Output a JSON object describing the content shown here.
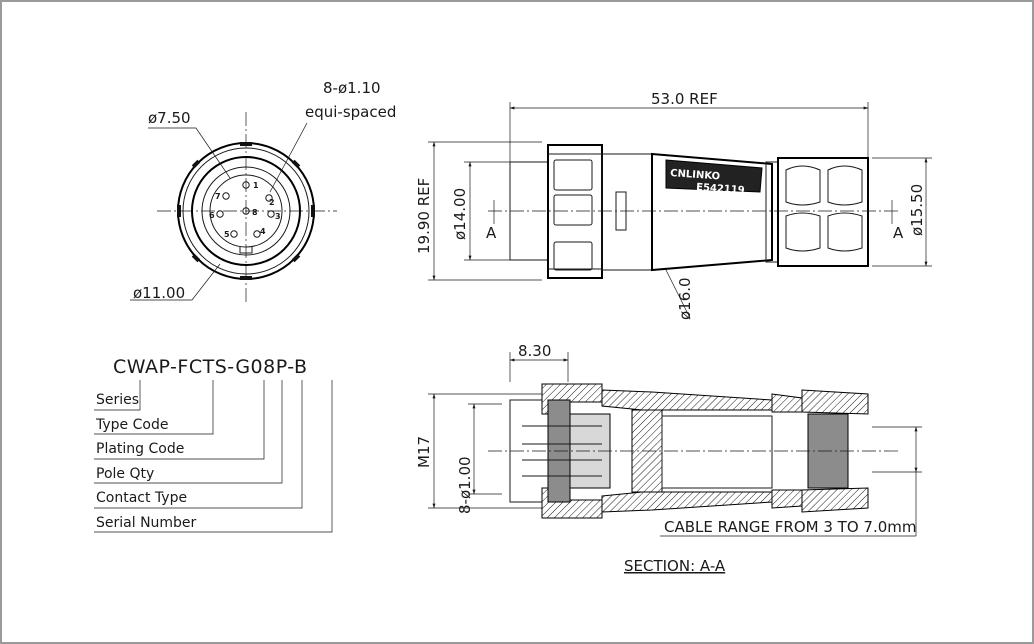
{
  "front_view": {
    "pin_hole_note_line1": "8-ø1.10",
    "pin_hole_note_line2": "equi-spaced",
    "pitch_circle_dim": "ø7.50",
    "outer_dim": "ø11.00",
    "pin_numbers": [
      "1",
      "2",
      "3",
      "4",
      "5",
      "6",
      "7",
      "8"
    ]
  },
  "side_view": {
    "length_dim": "53.0 REF",
    "height_dim": "19.90 REF",
    "front_dia_dim": "ø14.00",
    "nut_dia_dim": "ø16.0",
    "gland_dia_dim": "ø15.50",
    "section_marker_left": "A",
    "section_marker_right": "A",
    "logo_brand": "CNLINKO",
    "logo_cert": "E542119"
  },
  "section_view": {
    "offset_dim": "8.30",
    "thread_dim": "M17",
    "contact_dim": "8-ø1.00",
    "cable_range": "CABLE RANGE FROM 3 TO 7.0mm",
    "section_title": "SECTION: A-A"
  },
  "part_number": {
    "code": "CWAP-FCTS-G08P-B",
    "legend": [
      "Series",
      "Type Code",
      "Plating Code",
      "Pole Qty",
      "Contact Type",
      "Serial Number"
    ]
  }
}
